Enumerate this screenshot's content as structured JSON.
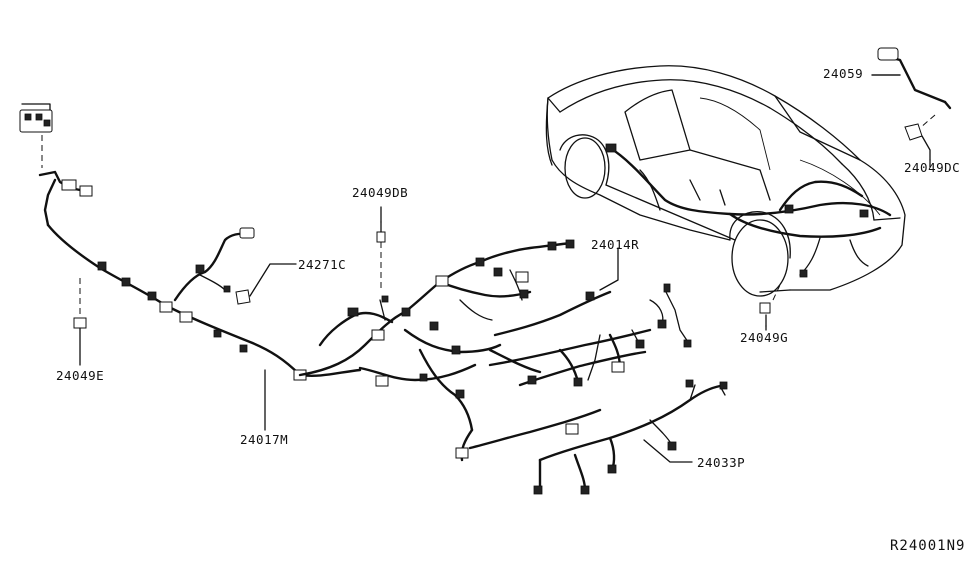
{
  "diagram": {
    "part_labels": {
      "p24059": "24059",
      "p24049dc": "24049DC",
      "p24049db": "24049DB",
      "p24014r": "24014R",
      "p24271c": "24271C",
      "p24049e": "24049E",
      "p24049g": "24049G",
      "p24017m": "24017M",
      "p24033p": "24033P"
    },
    "reference_code": "R24001N9"
  }
}
